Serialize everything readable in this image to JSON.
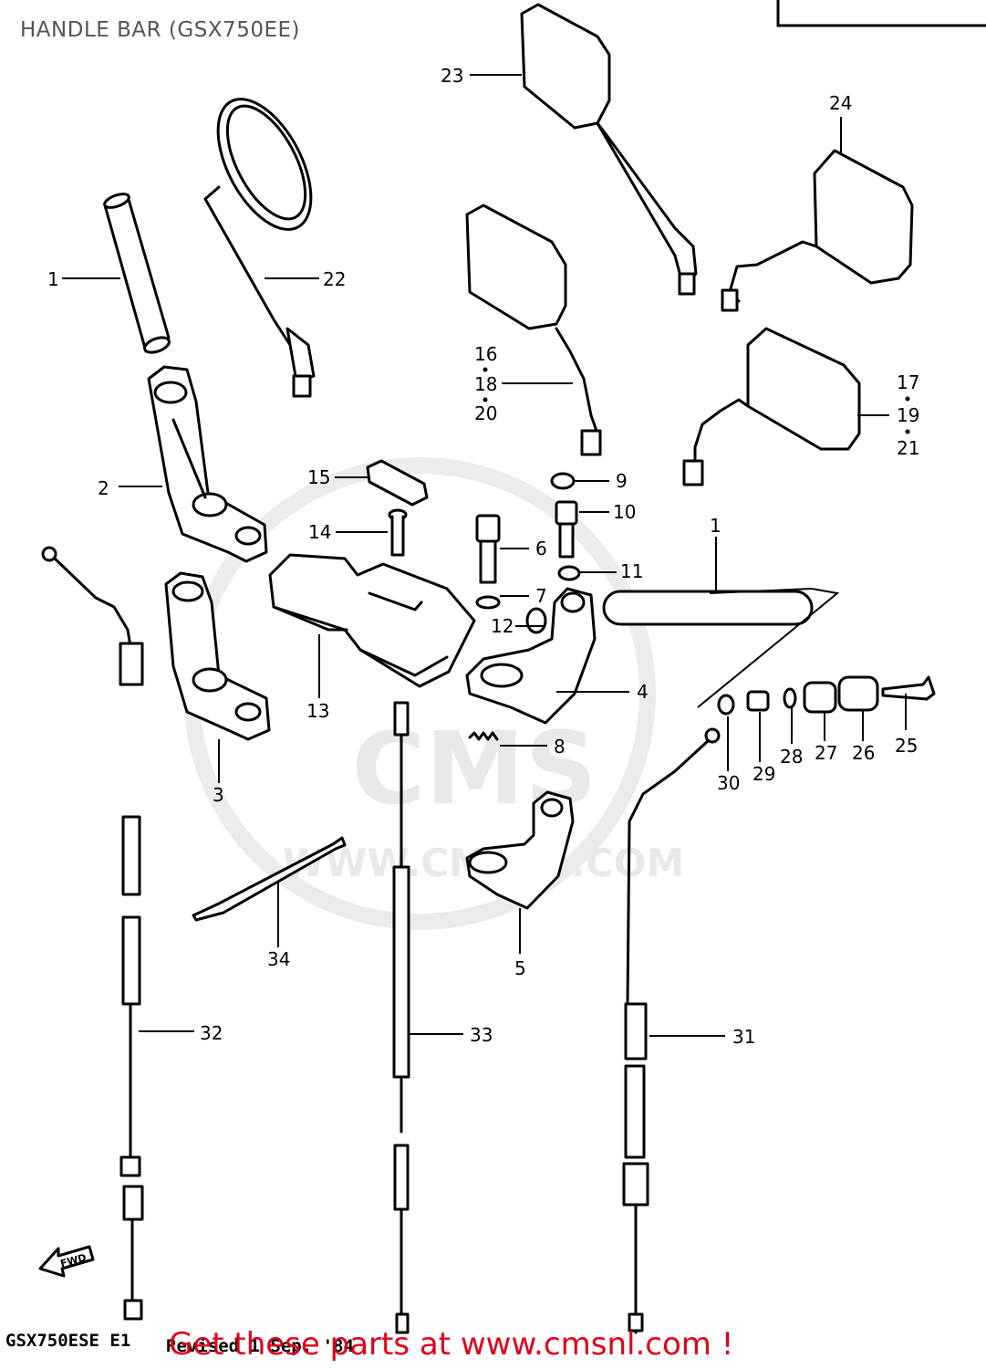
{
  "header": {
    "title": "HANDLE BAR (GSX750EE)"
  },
  "watermark": {
    "line1": "CMS",
    "line2": "WWW.CMSNL.COM"
  },
  "fwd_label": "FWD",
  "footer": {
    "model_code": "GSX750ESE  E1",
    "revision": "Revised 1 Sep. '84",
    "promo": "Get these parts at www.cmsnl.com !"
  },
  "colors": {
    "promo": "#e0001b",
    "title": "#555555",
    "watermark": "#d8d8d8"
  },
  "parts": [
    {
      "id": "p1a",
      "label": "1"
    },
    {
      "id": "p1b",
      "label": "1"
    },
    {
      "id": "p2",
      "label": "2"
    },
    {
      "id": "p3",
      "label": "3"
    },
    {
      "id": "p4",
      "label": "4"
    },
    {
      "id": "p5",
      "label": "5"
    },
    {
      "id": "p6",
      "label": "6"
    },
    {
      "id": "p7",
      "label": "7"
    },
    {
      "id": "p8",
      "label": "8"
    },
    {
      "id": "p9",
      "label": "9"
    },
    {
      "id": "p10",
      "label": "10"
    },
    {
      "id": "p11",
      "label": "11"
    },
    {
      "id": "p12",
      "label": "12"
    },
    {
      "id": "p13",
      "label": "13"
    },
    {
      "id": "p14",
      "label": "14"
    },
    {
      "id": "p15",
      "label": "15"
    },
    {
      "id": "p16",
      "label": "16"
    },
    {
      "id": "p18",
      "label": "18"
    },
    {
      "id": "p20",
      "label": "20"
    },
    {
      "id": "p17",
      "label": "17"
    },
    {
      "id": "p19",
      "label": "19"
    },
    {
      "id": "p21",
      "label": "21"
    },
    {
      "id": "p22",
      "label": "22"
    },
    {
      "id": "p23",
      "label": "23"
    },
    {
      "id": "p24",
      "label": "24"
    },
    {
      "id": "p25",
      "label": "25"
    },
    {
      "id": "p26",
      "label": "26"
    },
    {
      "id": "p27",
      "label": "27"
    },
    {
      "id": "p28",
      "label": "28"
    },
    {
      "id": "p29",
      "label": "29"
    },
    {
      "id": "p30",
      "label": "30"
    },
    {
      "id": "p31",
      "label": "31"
    },
    {
      "id": "p32",
      "label": "32"
    },
    {
      "id": "p33",
      "label": "33"
    },
    {
      "id": "p34",
      "label": "34"
    }
  ]
}
